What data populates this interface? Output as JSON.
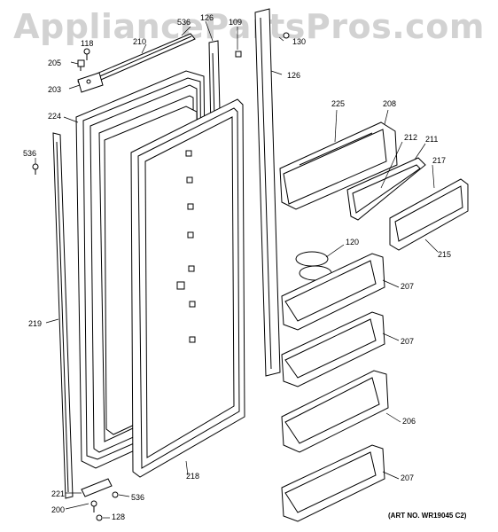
{
  "watermark": "AppliancePartsPros.com",
  "art_number": "(ART NO. WR19045 C2)",
  "callouts": {
    "c536a": "536",
    "c126a": "126",
    "c109": "109",
    "c118": "118",
    "c210": "210",
    "c130": "130",
    "c205": "205",
    "c126b": "126",
    "c203": "203",
    "c225": "225",
    "c208": "208",
    "c224": "224",
    "c212": "212",
    "c211": "211",
    "c536b": "536",
    "c217": "217",
    "c120": "120",
    "c215": "215",
    "c207a": "207",
    "c219": "219",
    "c207b": "207",
    "c206": "206",
    "c218": "218",
    "c207c": "207",
    "c221": "221",
    "c536c": "536",
    "c200": "200",
    "c128": "128"
  }
}
